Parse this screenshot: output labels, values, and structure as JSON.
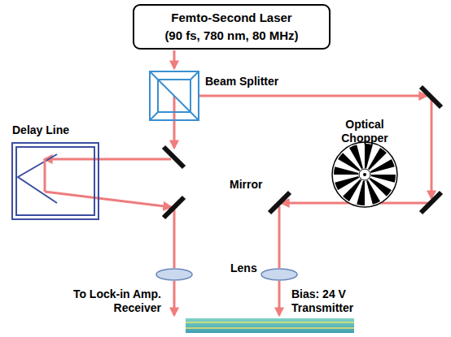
{
  "diagram": {
    "nodes": [
      {
        "text": [
          "Femto-Second Laser",
          "(90 fs, 780 nm, 80 MHz)"
        ]
      }
    ],
    "labels": [
      "Beam Splitter",
      "Delay Line",
      "Optical Chopper",
      "Mirror",
      "Lens",
      "To Lock-in Amp. Receiver",
      "Bias: 24 V Transmitter"
    ]
  }
}
